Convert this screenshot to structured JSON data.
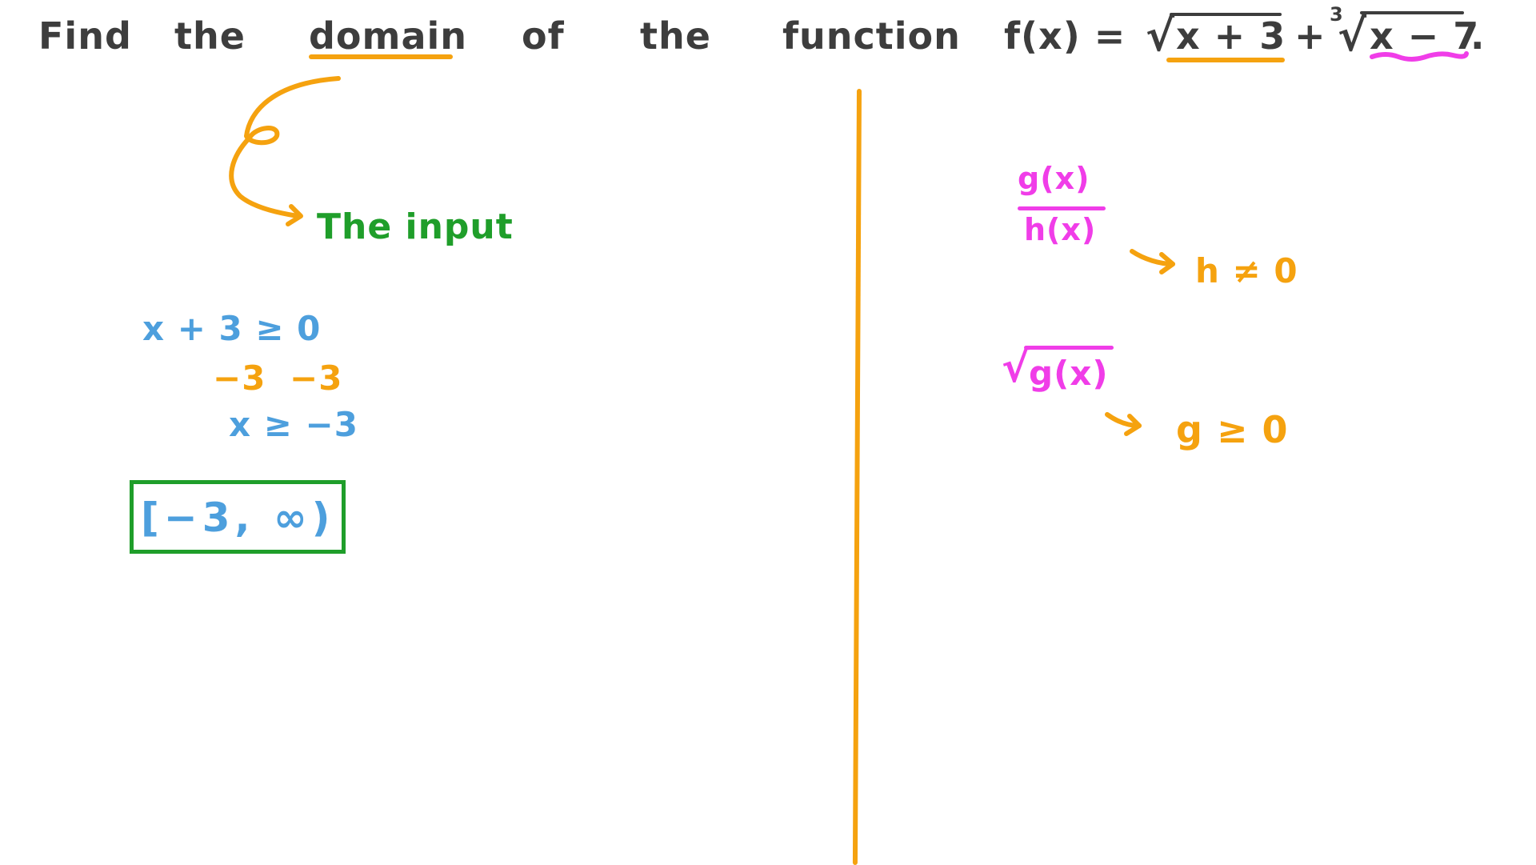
{
  "question": {
    "words": [
      "Find",
      "the",
      "domain",
      "of",
      "the",
      "function"
    ],
    "formula": {
      "lhs": "f(x) =",
      "radical1_index": "",
      "radical1_content": "x + 3",
      "plus": "+",
      "radical2_index": "3",
      "radical2_content": "x − 7",
      "end": "."
    },
    "highlighted_word": "domain"
  },
  "left_panel": {
    "annotation": "The input",
    "steps": [
      {
        "text": "x + 3 ≥ 0",
        "color": "blue"
      },
      {
        "text": "−3   −3",
        "color": "orange"
      },
      {
        "text": "x ≥ −3",
        "color": "blue"
      }
    ],
    "answer": "[−3, ∞)"
  },
  "right_panel": {
    "rule1": {
      "numerator": "g(x)",
      "denominator": "h(x)",
      "condition": "h ≠ 0"
    },
    "rule2": {
      "expression": "g(x)",
      "condition": "g ≥ 0"
    }
  },
  "colors": {
    "text_dark": "#3d3d3d",
    "orange": "#f5a20f",
    "green": "#1f9e2a",
    "blue": "#4d9fdd",
    "magenta": "#f03de8",
    "background": "#ffffff"
  }
}
